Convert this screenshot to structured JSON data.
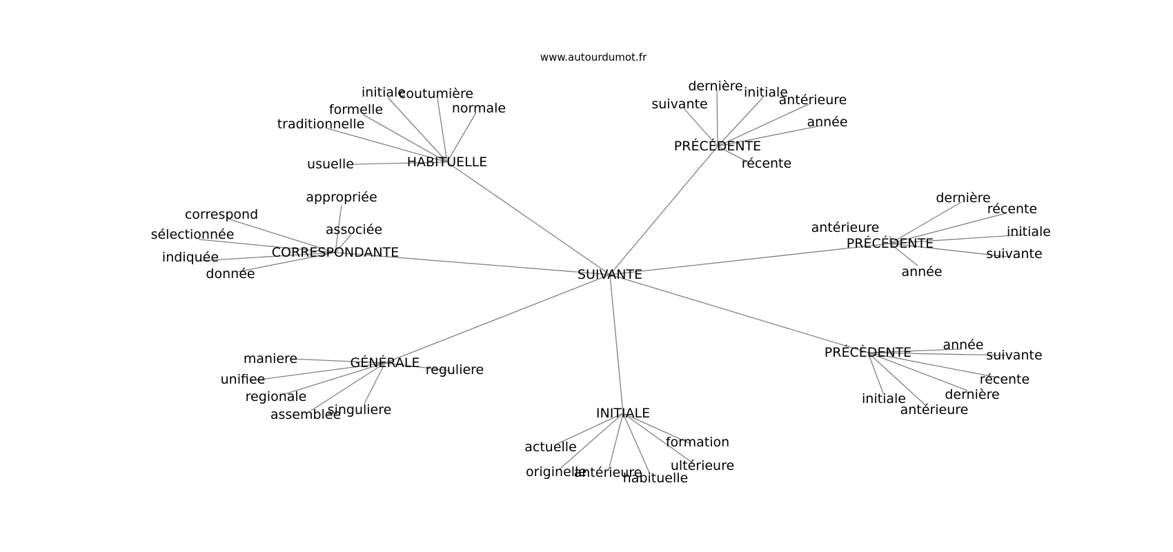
{
  "watermark": "www.autourdumot.fr",
  "center": "SUIVANTE",
  "clusters": [
    {
      "label": "HABITUELLE",
      "leaves": [
        "initiale",
        "coutumière",
        "normale",
        "formelle",
        "traditionnelle",
        "usuelle"
      ]
    },
    {
      "label": "PRÉCÉDENTE",
      "leaves": [
        "dernière",
        "initiale",
        "suivante",
        "antérieure",
        "année",
        "récente"
      ]
    },
    {
      "label": "PRÉCÉDENTE",
      "leaves": [
        "dernière",
        "récente",
        "antérieure",
        "initiale",
        "suivante",
        "année"
      ]
    },
    {
      "label": "CORRESPONDANTE",
      "leaves": [
        "appropriée",
        "correspond",
        "associée",
        "sélectionnée",
        "indiquée",
        "donnée"
      ]
    },
    {
      "label": "GÉNÉRALE",
      "leaves": [
        "maniere",
        "unifiee",
        "reguliere",
        "regionale",
        "singuliere",
        "assemblee"
      ]
    },
    {
      "label": "INITIALE",
      "leaves": [
        "formation",
        "actuelle",
        "ultérieure",
        "originelle",
        "antérieure",
        "habituelle"
      ]
    },
    {
      "label": "PRÉCÈDENTE",
      "leaves": [
        "année",
        "suivante",
        "récente",
        "dernière",
        "initiale",
        "antérieure"
      ]
    }
  ]
}
